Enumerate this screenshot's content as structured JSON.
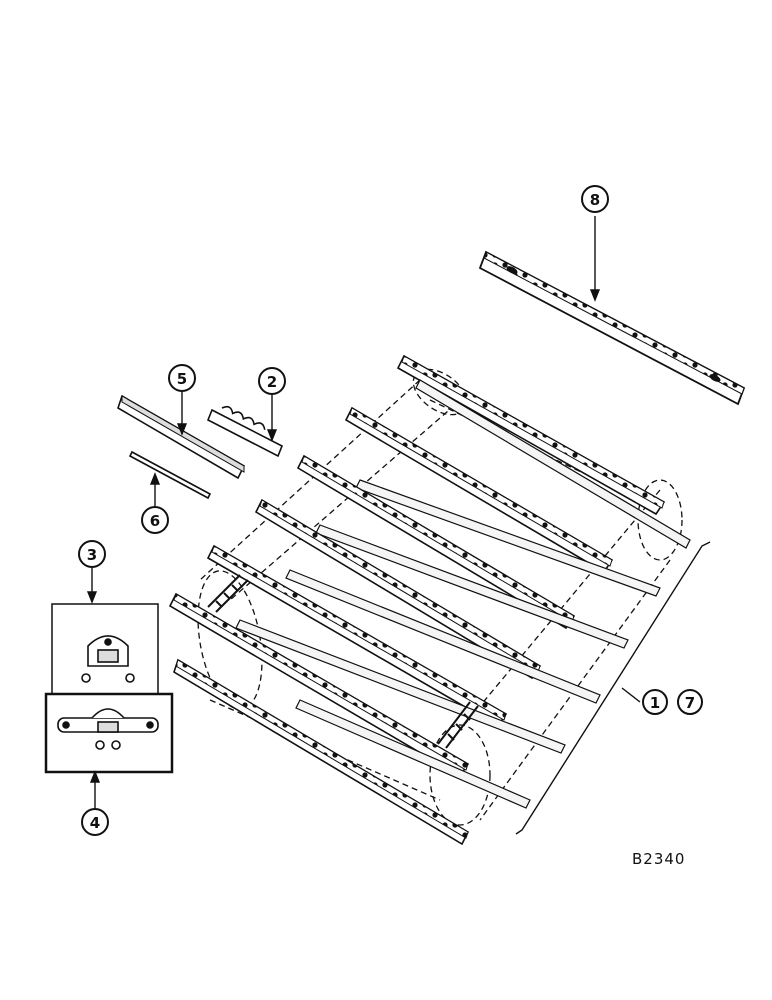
{
  "diagram": {
    "reference_code": "B2340",
    "callouts": [
      {
        "id": "c1",
        "label": "1"
      },
      {
        "id": "c2",
        "label": "2"
      },
      {
        "id": "c3",
        "label": "3"
      },
      {
        "id": "c4",
        "label": "4"
      },
      {
        "id": "c5",
        "label": "5"
      },
      {
        "id": "c6",
        "label": "6"
      },
      {
        "id": "c7",
        "label": "7"
      },
      {
        "id": "c8",
        "label": "8"
      }
    ],
    "colors": {
      "ink": "#111111",
      "paper": "#ffffff",
      "fill": "#f2f2f2"
    }
  }
}
